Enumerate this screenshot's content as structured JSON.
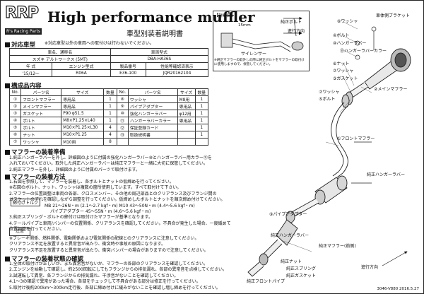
{
  "logo": {
    "text": "RRP",
    "sub": "R's Racing Parts"
  },
  "title": "High performance muffler",
  "subtitle": "車型別装着説明書",
  "compat": {
    "heading": "対応車型",
    "note": "※対応車型以外の車両への取付けは行わないでください。",
    "headers": {
      "car": "車名、通称名",
      "model": "車両型式",
      "grade": "年  式",
      "engine": "エンジン型式",
      "product": "製品番号",
      "cert": "性能等確認済表示"
    },
    "car": "スズキ アルトワークス (5MT)",
    "model": "DBA-HA36S",
    "year": "'15/12～",
    "engine": "R06A",
    "product_no": "E36-100",
    "cert_no": "JQR20162104"
  },
  "parts": {
    "heading": "構成品内容",
    "headers": [
      "No.",
      "パーツ名",
      "サイズ",
      "数量"
    ],
    "rows": [
      [
        "①",
        "フロントマフラー",
        "専用品",
        "1",
        "⑧",
        "ワッシャ",
        "M8用",
        "1"
      ],
      [
        "②",
        "メインマフラー",
        "専用品",
        "1",
        "⑨",
        "パイプアダプター",
        "専用品",
        "1"
      ],
      [
        "③",
        "ガスケット",
        "P90 φ51.5",
        "1",
        "⑩",
        "強化ハンガーラバー",
        "φ12用",
        "1"
      ],
      [
        "④",
        "ボルト",
        "M8×P1.25×L40",
        "1",
        "⑪",
        "ハンガーラバーカラー",
        "専用品",
        "1"
      ],
      [
        "⑤",
        "ボルト",
        "M10×P1.25×L30",
        "4",
        "⑫",
        "保証登録カード",
        "",
        "1"
      ],
      [
        "⑥",
        "ナット",
        "M10×P1.25",
        "4",
        "⑬",
        "取扱説明書",
        "",
        "1"
      ],
      [
        "⑦",
        "ワッシャ",
        "M10用",
        "8",
        "",
        "",
        "",
        ""
      ]
    ]
  },
  "prep": {
    "heading": "マフラーの装着準備",
    "lines": [
      "1.純正ハンガーラバーを外し、詳細図のように付属の強化ハンガーラバー⑩とハンガーラバー用カラー⑪を",
      "   入れておいてください。取外した純正ハンガーラバーは純正マフラーと一緒に大切に保管してください。",
      "2.純正マフラーを外し、詳細図のように付属のパーツで取付けます。"
    ]
  },
  "install": {
    "heading": "マフラーの装着方法",
    "lines": [
      "1.右図を参照して、マフラーを装着し、各ボルトとナットの仮締めを行ってください。",
      "  ※右図のボルト、ナット、ワッシャは複数の箇所使用しています。すべて取付けて下さい。",
      "2.マフラーの位置調整は車両の各部、クロスメンバー、その他の周辺部品とのクリアランス及びフランジ間の",
      "  ガスケットのずれを確認しながら調整を行ってください。仮締めしたボルトとナットを順次締め付けてください。",
      "  MB  21～26N・m (2.1～2.7 kgf・m)   M10  43～50N・m (4.4～5.6 kgf・m)",
      "  パイプアダプター   45～55N・m (4.6～5.6 kgf・m)",
      "3.純正スプリング・ボルトの締付けは取付けたマフラーが基準となります。",
      "4.テールパイプと車両/バンパーの位置関係、クリアランスを確認してください。不具合が発生した場合、一度緩めて",
      "  位置調整を行ってください。"
    ],
    "torque_label": "締付けトルク",
    "warning_label": "注意"
  },
  "warning": {
    "lines": [
      "※ブレーキ関係、燃料関係、電動関係および電気関係の配線とのクリアランスに注意してください。",
      "クリアランス不足を放置すると異常音が出たり、衝突時や事故の原因になります。",
      "クリアランス不足を放置すると異常音が出たり、衝突バンパーの場合がありますので注意してください。"
    ]
  },
  "check": {
    "heading": "マフラーの装着状態の確認",
    "lines": [
      "1.全体の取付けが正しいか、また異常音がないか、マフラーの各部のクリアランスを確認してください。",
      "2.エンジンを始動して確認し、約2500回転にしてもフランジからの排気漏れ、各部の異常音を点検してください。",
      "3.試運転して異常、各フランジからの排気漏れ、干渉音がないことを確認してください。",
      "4.1～3の確認で異常があった場合、各部をチェックして不具合がある部分は修正を行ってください。",
      "5.取付け後約200km～300km走行後、各部に締め付けに緩みがないことを確認し増し締めを行ってください。"
    ]
  },
  "diagram": {
    "inset_title": "【詳細図】",
    "dim": "15mm",
    "labels": {
      "silencer": "サイレンサー",
      "orig_bolt": "純正ボルト",
      "front_dir": "進行方向",
      "inset_note": "※純正マフラーの取外しの際に純正ボルトをマフラーの取付けに使用しますので、保管してください。",
      "washer_top": "⑧ワッシャ",
      "bolt4": "④ボルト",
      "vehicle_bracket": "車体側ブラケット",
      "hanger_rubber": "⑩ハンガーラバー",
      "rubber_collar": "⑪ハンガーラバーカラー",
      "nut6": "⑥ナット",
      "washer7": "⑦ワッシャ",
      "gasket3": "③ガスケット",
      "main_muffler": "②メインマフラー",
      "washer7b": "⑦ワッシャ",
      "bolt5": "⑤ボルト",
      "front_muffler": "①フロントマフラー",
      "orig_hanger_rubber": "純正ハンガーラバー",
      "pipe_adapter": "⑨パイプアダプター",
      "orig_hanger_rubber2": "純正ハンガーラバー",
      "orig_muffler": "純正マフラー(前側)",
      "orig_nut": "純正ナット",
      "orig_spring": "純正スプリング",
      "orig_gasket": "純正ガスケット",
      "orig_front_pipe": "純正フロントパイプ",
      "direction": "進行方向"
    }
  },
  "footer": "3046-V880  2016.5.27"
}
